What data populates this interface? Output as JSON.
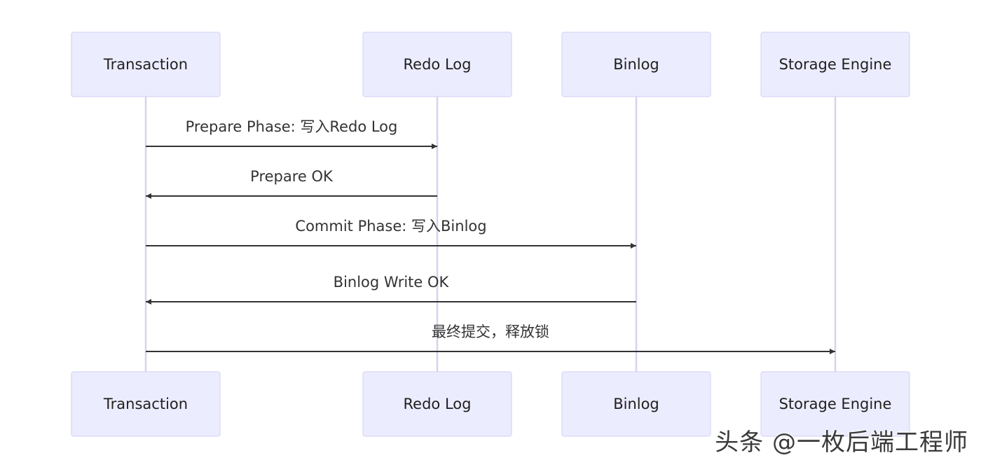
{
  "diagram": {
    "type": "sequence",
    "participants": [
      {
        "id": "transaction",
        "label": "Transaction"
      },
      {
        "id": "redo",
        "label": "Redo Log"
      },
      {
        "id": "binlog",
        "label": "Binlog"
      },
      {
        "id": "engine",
        "label": "Storage Engine"
      }
    ],
    "messages": [
      {
        "from": "transaction",
        "to": "redo",
        "label": "Prepare Phase: 写入Redo Log"
      },
      {
        "from": "redo",
        "to": "transaction",
        "label": "Prepare OK"
      },
      {
        "from": "transaction",
        "to": "binlog",
        "label": "Commit Phase: 写入Binlog"
      },
      {
        "from": "binlog",
        "to": "transaction",
        "label": "Binlog Write OK"
      },
      {
        "from": "transaction",
        "to": "engine",
        "label": "最终提交，释放锁"
      }
    ]
  },
  "watermark": "头条 @一枚后端工程师"
}
